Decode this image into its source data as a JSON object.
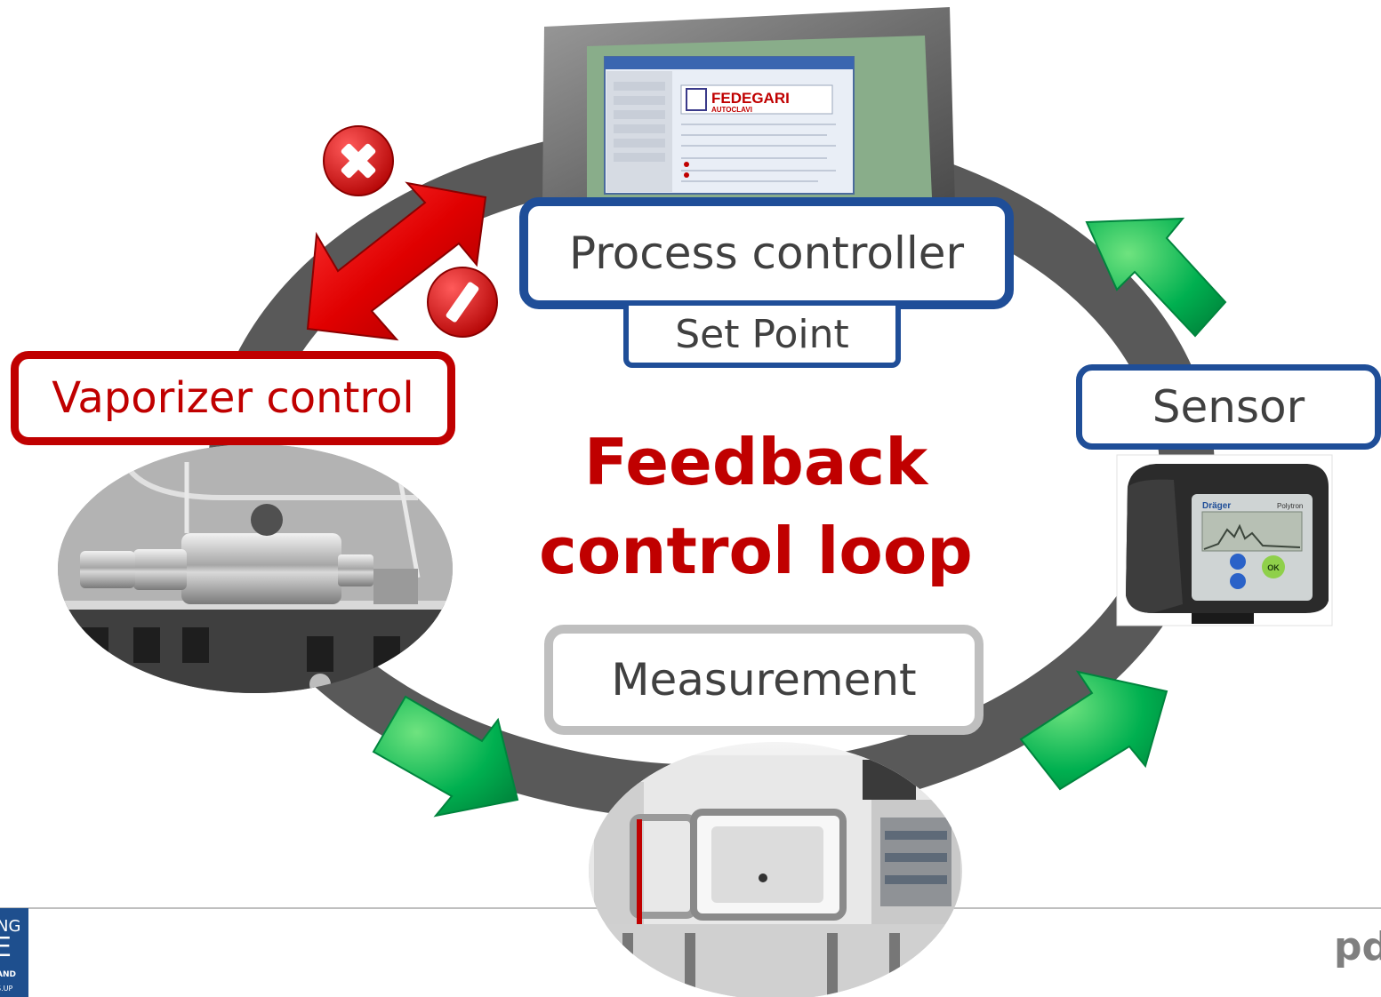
{
  "diagram": {
    "title_line1": "Feedback",
    "title_line2": "control loop",
    "nodes": {
      "process_controller": "Process controller",
      "set_point": "Set Point",
      "vaporizer_control": "Vaporizer control",
      "sensor": "Sensor",
      "measurement": "Measurement"
    },
    "screen": {
      "brand": "FEDEGARI",
      "brand_sub": "AUTOCLAVI"
    },
    "sensor_device": {
      "brand": "Dräger",
      "model": "Polytron",
      "ok_label": "OK"
    },
    "signs": {
      "plus": "+",
      "minus": "−"
    }
  },
  "footer": {
    "logo_line1": "NG",
    "logo_line2": "E",
    "logo_line3": "AND",
    "logo_line4": "S.UP",
    "brand": "pda"
  },
  "colors": {
    "loop_ring": "#595959",
    "red_accent": "#c00000",
    "blue_frame": "#1f4e98",
    "gray_frame": "#bfbfbf",
    "green_arrow": "#00b050"
  }
}
